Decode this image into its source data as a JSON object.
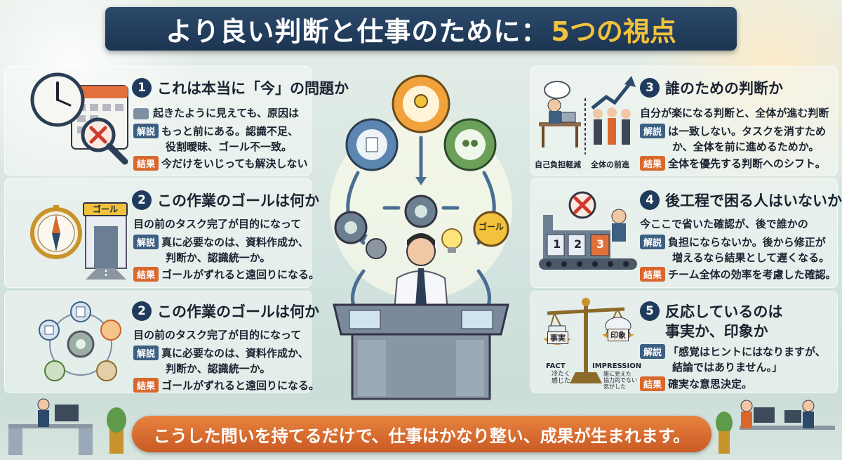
{
  "title": {
    "main": "より良い判断と仕事のために：",
    "accent": "5つの視点"
  },
  "items": [
    {
      "num": "1",
      "title": "これは本当に「今」の問題か",
      "lines": [
        "起きたように見えても、原因は",
        "もっと前にある。認識不足、",
        "役割曖昧、ゴール不一致。",
        "今だけをいじっても解決しない"
      ]
    },
    {
      "num": "2",
      "title": "この作業のゴールは何か",
      "goal_label": "ゴール",
      "lines": [
        "目の前のタスク完了が目的になって",
        "真に必要なのは、資料作成か、",
        "判断か、認識統一か。",
        "ゴールがずれると遠回りになる。"
      ]
    },
    {
      "num": "2",
      "title": "この作業のゴールは何か",
      "lines": [
        "目の前のタスク完了が目的になって",
        "真に必要なのは、資料作成か、",
        "判断か、認識統一か。",
        "ゴールがずれると遠回りになる。"
      ]
    },
    {
      "num": "3",
      "title": "誰のための判断か",
      "captions": [
        "自己負担軽減",
        "全体の前進"
      ],
      "lines": [
        "自分が楽になる判断と、全体が進む判断",
        "は一致しない。タスクを消すため",
        "か、全体を前に進めるためか。",
        "全体を優先する判断へのシフト。"
      ]
    },
    {
      "num": "4",
      "title": "後工程で困る人はいないか",
      "steps": [
        "1",
        "2",
        "3"
      ],
      "lines": [
        "今ここで省いた確認が、後で誰かの",
        "負担にならないか。後から修正が",
        "増えるなら結果として遅くなる。",
        "チーム全体の効率を考慮した確認。"
      ]
    },
    {
      "num": "5",
      "title": "反応しているのは",
      "title2": "事実か、印象か",
      "scale": {
        "left": "事実",
        "right": "印象",
        "fact": "FACT",
        "fact_sub": "冷たく\n感じた",
        "impression": "IMPRESSION",
        "impression_sub": "雑に見えた\n協力的でない\n気がした"
      },
      "lines": [
        "「感覚はヒントにはなりますが、",
        "結論ではありません。」",
        "確実な意思決定。"
      ]
    }
  ],
  "labels": {
    "explanation": "解説",
    "result": "結果"
  },
  "center": {
    "goal_bulb": "ゴール"
  },
  "banner": "こうした問いを持てるだけで、仕事はかなり整い、成果が生まれます。",
  "colors": {
    "navy": "#1f3a5c",
    "orange": "#d9682d",
    "gold": "#f2c23c",
    "explanation": "#3c5f82"
  }
}
